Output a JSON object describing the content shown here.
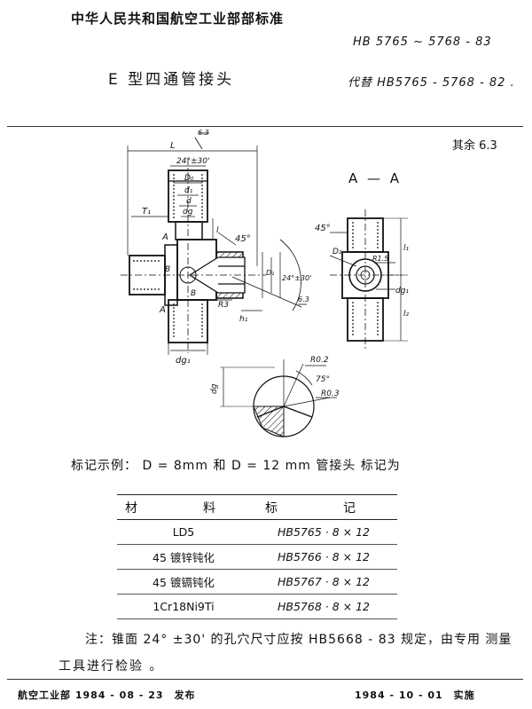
{
  "header": {
    "organization": "中华人民共和国航空工业部部标准",
    "standard_number": "HB 5765 ~ 5768 - 83",
    "title": "E 型四通管接头",
    "replaces": "代替 HB5765 - 5768 - 82 ."
  },
  "drawing": {
    "roughness_note": "其余 6.3",
    "section_label": "A — A",
    "labels": {
      "L": "L",
      "angle": "24°±30'",
      "D0": "D₀",
      "d1": "d₁",
      "d": "d",
      "dg": "dg",
      "l": "l",
      "l1": "l₁",
      "l2": "l₂",
      "T1": "T₁",
      "A": "A",
      "B": "B",
      "chamfer45": "45°",
      "R3": "R3",
      "h1": "h₁",
      "dg1": "dg₁",
      "D1": "D₁",
      "Ra": "6.3",
      "angle24": "24°±30'",
      "D2": "D₂",
      "R15": "R1.5",
      "R02": "R0.2",
      "R03": "R0.3",
      "a75": "75°",
      "dg_detail": "dg"
    }
  },
  "marking_example": "标记示例： D = 8mm 和 D = 12 mm 管接头 标记为",
  "marking_table": {
    "headers": [
      "材　料",
      "标　记"
    ],
    "rows": [
      [
        "LD5",
        "HB5765 · 8 × 12"
      ],
      [
        "45 镀锌钝化",
        "HB5766 · 8 × 12"
      ],
      [
        "45 镀镉钝化",
        "HB5767 · 8 × 12"
      ],
      [
        "1Cr18Ni9Ti",
        "HB5768 · 8 × 12"
      ]
    ]
  },
  "note": {
    "line1": "注：锥面 24° ±30' 的孔穴尺寸应按 HB5668 - 83 规定，由专用 测量",
    "line2": "工具进行检验 。"
  },
  "footer": {
    "issued": "航空工业部 1984 - 08 - 23　发布",
    "implemented": "1984 - 10 - 01　实施"
  }
}
